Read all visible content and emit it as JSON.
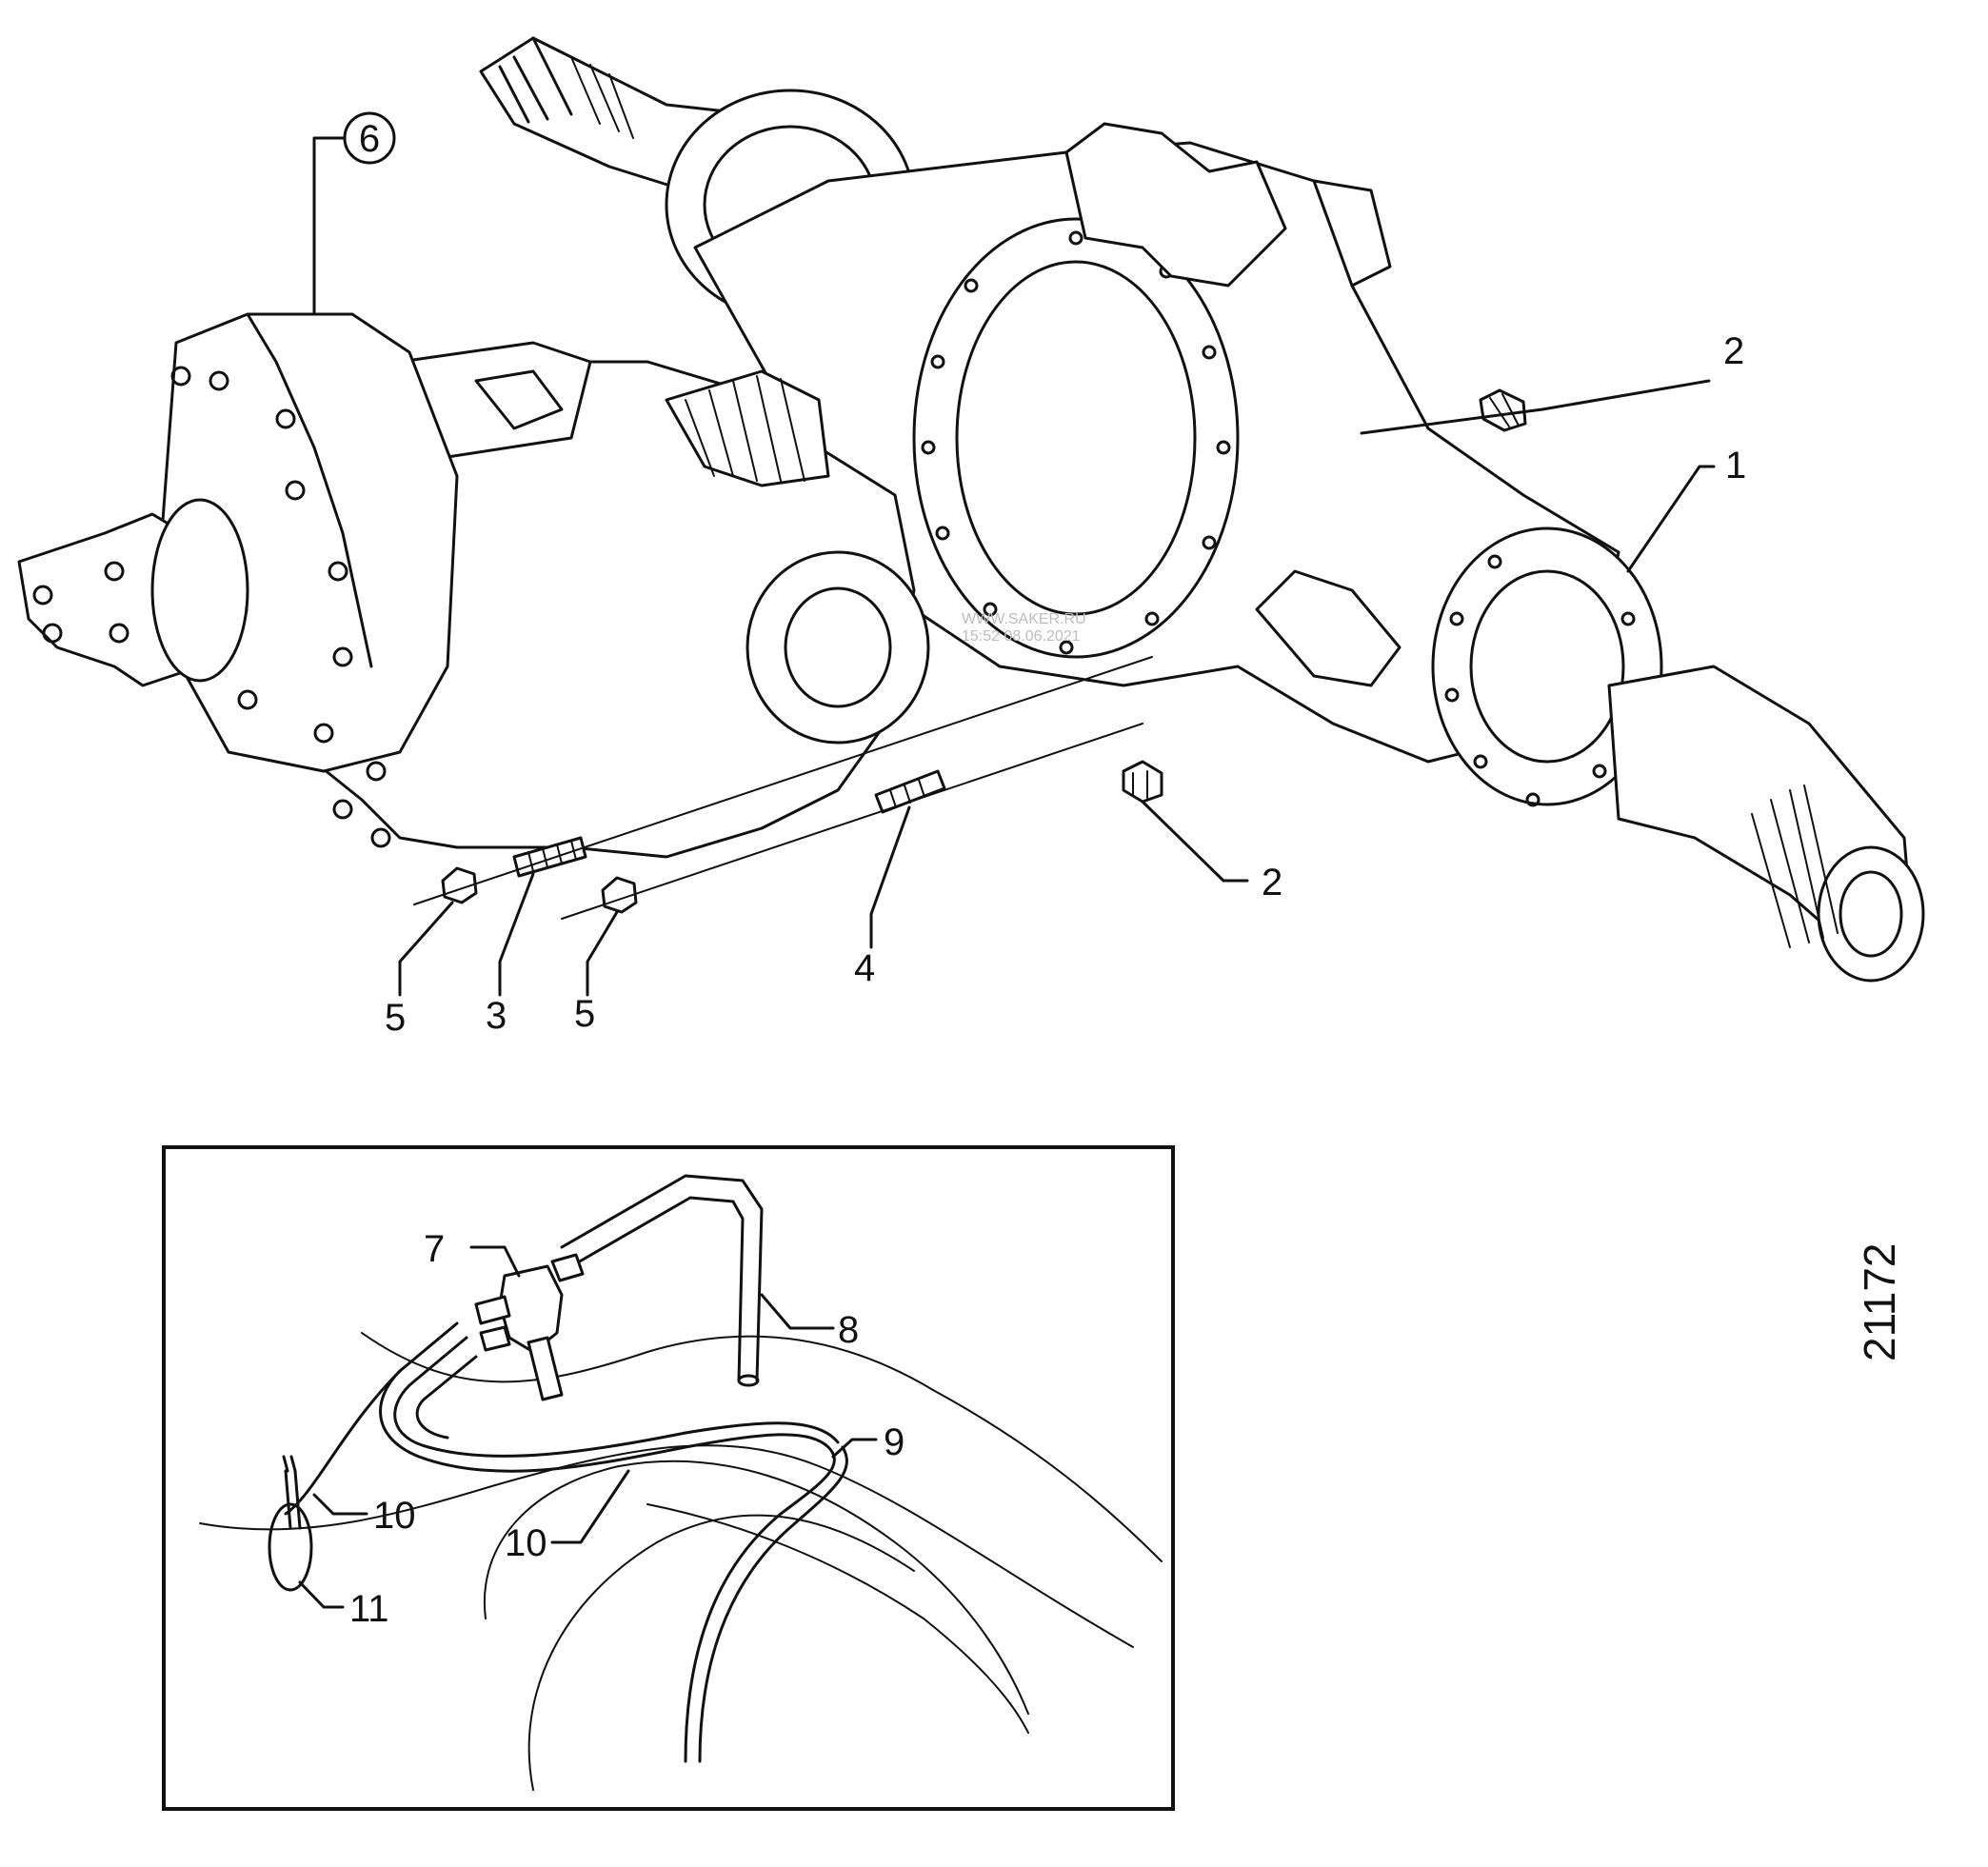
{
  "figure_number": "21172",
  "watermark": [
    "WWW.SAKER.RU",
    "15:52 08.06.2021"
  ],
  "callouts": {
    "c1": "1",
    "c2_top": "2",
    "c2_bottom": "2",
    "c3": "3",
    "c4": "4",
    "c5_left": "5",
    "c5_right": "5",
    "c6": "6",
    "c7": "7",
    "c8": "8",
    "c9": "9",
    "c10_right": "10",
    "c10_lower": "10",
    "c11": "11"
  }
}
